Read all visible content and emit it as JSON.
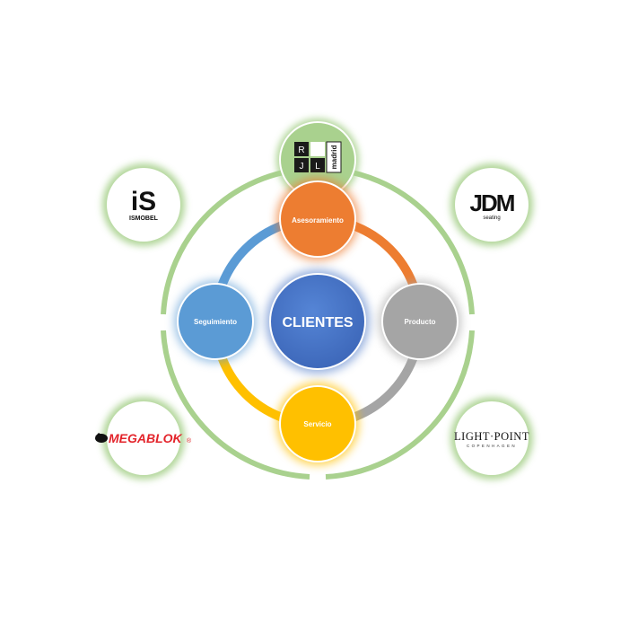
{
  "center": {
    "label": "CLIENTES",
    "color": "#4472C4"
  },
  "steps": [
    {
      "label": "Asesoramiento",
      "color": "#ED7D31"
    },
    {
      "label": "Producto",
      "color": "#A5A5A5"
    },
    {
      "label": "Servicio",
      "color": "#FFC000"
    },
    {
      "label": "Seguimiento",
      "color": "#5B9BD5"
    }
  ],
  "ring_colors": {
    "outer": "#A9D18E",
    "arc_top_right": "#ED7D31",
    "arc_bottom_right": "#A5A5A5",
    "arc_bottom_left": "#FFC000",
    "arc_top_left": "#5B9BD5"
  },
  "partners": {
    "rjl": {
      "letters": [
        "R",
        "J",
        "L"
      ],
      "word": "madrid"
    },
    "ismobel": {
      "mark": "iS",
      "word": "ISMOBEL"
    },
    "jdm": {
      "mark": "JDM",
      "word": "seating"
    },
    "megablok": {
      "word": "MEGABLOK",
      "reg": "®",
      "color": "#E3242B"
    },
    "lightpoint": {
      "word": "LIGHT·POINT",
      "sub": "COPENHAGEN"
    }
  }
}
